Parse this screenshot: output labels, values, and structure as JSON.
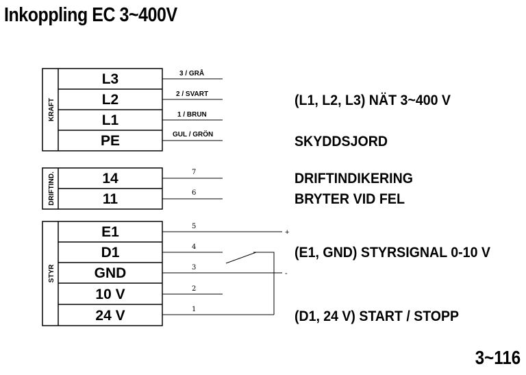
{
  "title": "Inkoppling EC 3~400V",
  "page_number": "3~116",
  "groups": [
    {
      "label": "KRAFT",
      "terminals": [
        {
          "name": "L3",
          "wire": "3 / GRÅ"
        },
        {
          "name": "L2",
          "wire": "2 / SVART"
        },
        {
          "name": "L1",
          "wire": "1 / BRUN"
        },
        {
          "name": "PE",
          "wire": "GUL / GRÖN"
        }
      ]
    },
    {
      "label": "DRIFTIND.",
      "terminals": [
        {
          "name": "14",
          "wire": "7"
        },
        {
          "name": "11",
          "wire": "6"
        }
      ]
    },
    {
      "label": "STYR",
      "terminals": [
        {
          "name": "E1",
          "wire": "5"
        },
        {
          "name": "D1",
          "wire": "4"
        },
        {
          "name": "GND",
          "wire": "3"
        },
        {
          "name": "10 V",
          "wire": "2"
        },
        {
          "name": "24 V",
          "wire": "1"
        }
      ]
    }
  ],
  "descriptions": {
    "mains": "(L1, L2, L3) NÄT 3~400 V",
    "earth": "SKYDDSJORD",
    "run_indication": "DRIFTINDIKERING",
    "fault_break": "BRYTER VID FEL",
    "control_signal": "(E1, GND) STYRSIGNAL 0-10 V",
    "start_stop": "(D1, 24 V) START / STOPP"
  },
  "signs": {
    "plus": "+",
    "minus": "-"
  }
}
